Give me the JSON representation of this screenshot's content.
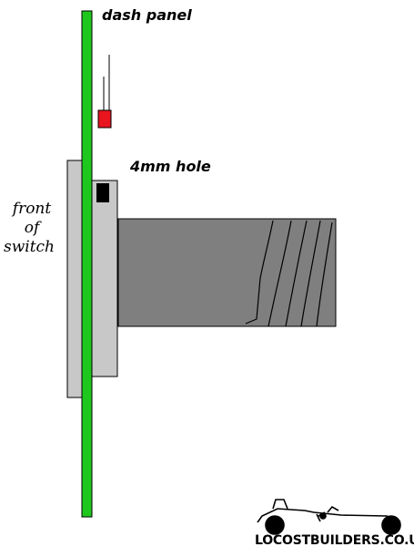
{
  "labels": {
    "dash_panel": "dash panel",
    "hole": "4mm hole",
    "front_line1": "front",
    "front_line2": "of",
    "front_line3": "switch"
  },
  "logo": {
    "text": "LOCOSTBUILDERS.CO.UK"
  },
  "colors": {
    "panel": "#1ec71e",
    "switch_plate": "#c8c8c8",
    "switch_body": "#7f7f7f",
    "led": "#e8141e",
    "hole": "#000000"
  }
}
